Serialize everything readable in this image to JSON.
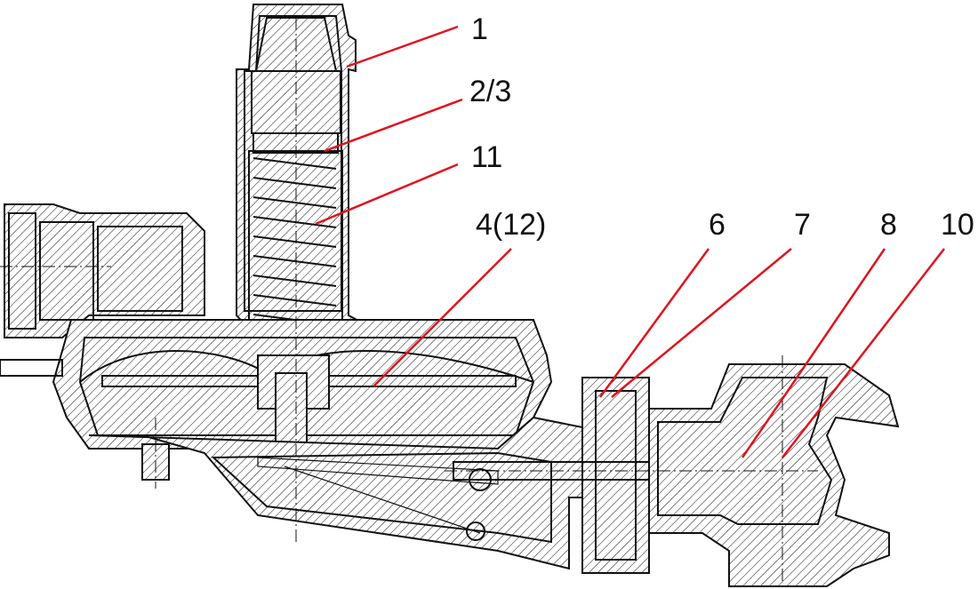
{
  "labels": {
    "l1": "1",
    "l23": "2/3",
    "l11": "11",
    "l412": "4(12)",
    "l6": "6",
    "l7": "7",
    "l8": "8",
    "l10": "10"
  },
  "colors": {
    "leader": "#e0141e",
    "line": "#111111"
  }
}
